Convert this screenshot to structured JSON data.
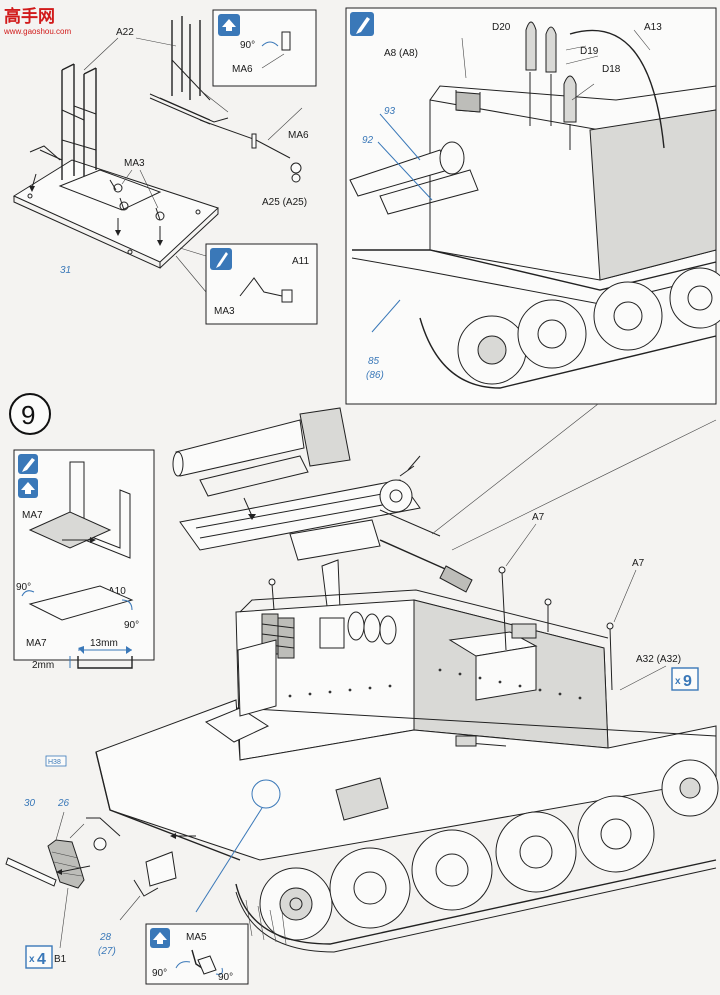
{
  "watermark": {
    "text": "高手网",
    "url": "www.gaoshou.com"
  },
  "step": {
    "number": "9"
  },
  "top_left": {
    "parts": [
      "A22",
      "MA3",
      "MA6",
      "A25 (A25)",
      "31",
      "A11",
      "MA3"
    ],
    "inset_top": {
      "angle": "90°",
      "part": "MA6"
    },
    "inset_bottom": {
      "part": "A11",
      "sub": "MA3"
    }
  },
  "top_right": {
    "parts": [
      "D20",
      "D19",
      "D18",
      "A13",
      "A8 (A8)",
      "93",
      "92",
      "85",
      "(86)"
    ]
  },
  "left_inset": {
    "parts": [
      "MA7",
      "A10",
      "MA7"
    ],
    "angle_left": "90°",
    "angle_right": "90°",
    "dim_width": "13mm",
    "dim_height": "2mm"
  },
  "main": {
    "parts": [
      "A7",
      "A7",
      "A32 (A32)",
      "30",
      "26",
      "28",
      "(27)",
      "B1"
    ],
    "multiplier_right": "9",
    "multiplier_left": "4",
    "tag": "H38"
  },
  "bottom_inset": {
    "part": "MA5",
    "angle_left": "90°",
    "angle_right": "90°"
  },
  "colors": {
    "accent": "#3a78b8",
    "paper": "#f4f3f1",
    "line": "#222222"
  }
}
